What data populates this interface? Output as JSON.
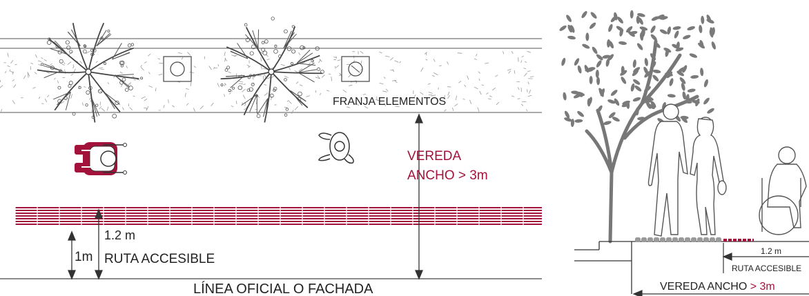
{
  "plan": {
    "franja_label": "FRANJA ELEMENTOS",
    "vereda_line1": "VEREDA",
    "vereda_line2": "ANCHO > 3m",
    "dim_1_2m": "1.2 m",
    "dim_1m": "1m",
    "ruta_label": "RUTA ACCESIBLE",
    "fachada_label": "LÍNEA OFICIAL O FACHADA"
  },
  "section": {
    "dim_1_2m": "1.2 m",
    "ruta_label": "RUTA ACCESIBLE",
    "vereda_prefix": "VEREDA  ANCHO",
    "vereda_suffix": " > 3m"
  },
  "colors": {
    "accent": "#a3123a",
    "line": "#333333",
    "tree_gray": "#777777"
  }
}
